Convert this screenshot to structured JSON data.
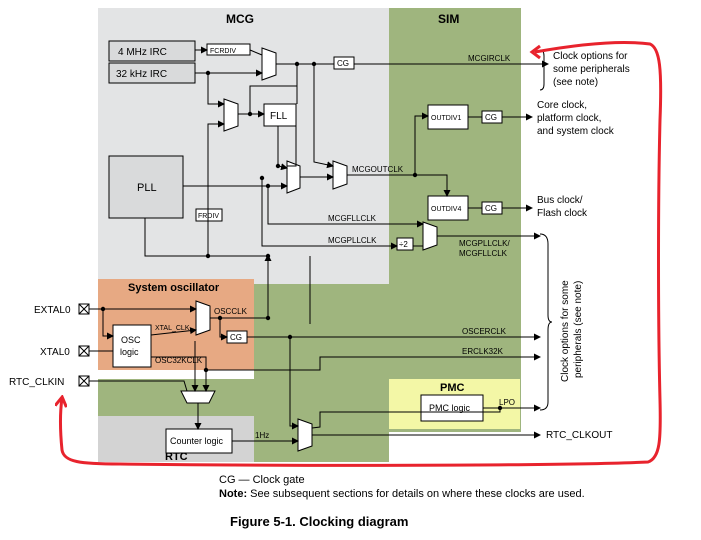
{
  "regions": {
    "mcg": "MCG",
    "sim": "SIM",
    "system_oscillator": "System oscillator",
    "pmc": "PMC",
    "rtc": "RTC"
  },
  "blocks": {
    "irc_4mhz": "4 MHz IRC",
    "irc_32khz": "32 kHz IRC",
    "fcrdiv": "FCRDIV",
    "cg": "CG",
    "fll": "FLL",
    "pll": "PLL",
    "frdiv": "FRDIV",
    "outdiv1": "OUTDIV1",
    "outdiv4": "OUTDIV4",
    "div2": "÷2",
    "osc_logic_1": "OSC",
    "osc_logic_2": "logic",
    "pmc_logic": "PMC logic",
    "counter_logic": "Counter logic"
  },
  "signals": {
    "mcgirclk": "MCGIRCLK",
    "mcgoutclk": "MCGOUTCLK",
    "mcgfllclk": "MCGFLLCLK",
    "mcgpllclk": "MCGPLLCLK",
    "mcgpll_fll_1": "MCGPLLCLK/",
    "mcgpll_fll_2": "MCGFLLCLK",
    "xtal_clk": "XTAL_CLK",
    "oscclk": "OSCCLK",
    "osc32kclk": "OSC32KCLK",
    "oscerclk": "OSCERCLK",
    "erclk32k": "ERCLK32K",
    "lpo": "LPO",
    "one_hz": "1Hz"
  },
  "pins": {
    "extal0": "EXTAL0",
    "xtal0": "XTAL0",
    "rtc_clkin": "RTC_CLKIN"
  },
  "outputs": {
    "clock_options_1": "Clock options for",
    "clock_options_2": "some peripherals",
    "clock_options_3": "(see note)",
    "core_1": "Core clock,",
    "core_2": "platform clock,",
    "core_3": "and system clock",
    "bus_1": "Bus clock/",
    "bus_2": "Flash clock",
    "vertical_1": "Clock options for some",
    "vertical_2": "peripherals (see note)",
    "rtc_clkout": "RTC_CLKOUT"
  },
  "legend": {
    "cg_def": "CG — Clock gate",
    "note_label": "Note:",
    "note_text": " See subsequent sections for details on where these clocks are used."
  },
  "caption": "Figure 5-1. Clocking diagram",
  "colors": {
    "mcg_bg": "#e3e4e5",
    "sim_bg": "#9fb57e",
    "osc_bg": "#e7a983",
    "pmc_bg": "#f3f7a6",
    "rtc_bg": "#d3d3d3",
    "annotation_red": "#e8232d"
  }
}
